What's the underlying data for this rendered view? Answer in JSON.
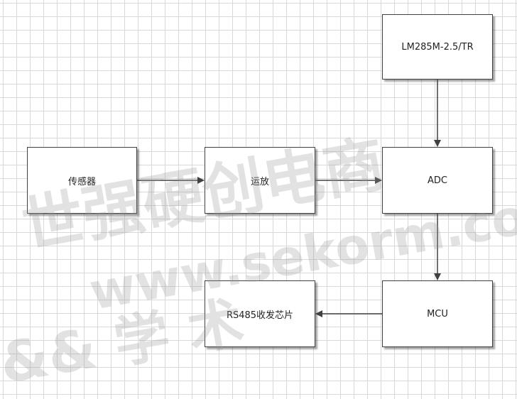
{
  "diagram": {
    "blocks": {
      "sensor": "传感器",
      "amplifier": "运放",
      "adc": "ADC",
      "reference": "LM285M-2.5/TR",
      "mcu": "MCU",
      "rs485": "RS485收发芯片"
    },
    "edges": [
      [
        "sensor",
        "amplifier"
      ],
      [
        "amplifier",
        "adc"
      ],
      [
        "reference",
        "adc"
      ],
      [
        "adc",
        "mcu"
      ],
      [
        "mcu",
        "rs485"
      ]
    ]
  },
  "watermark": {
    "title": "世强硬创电商",
    "url": "www.sekorm.com",
    "sub": "&& 学 术"
  }
}
